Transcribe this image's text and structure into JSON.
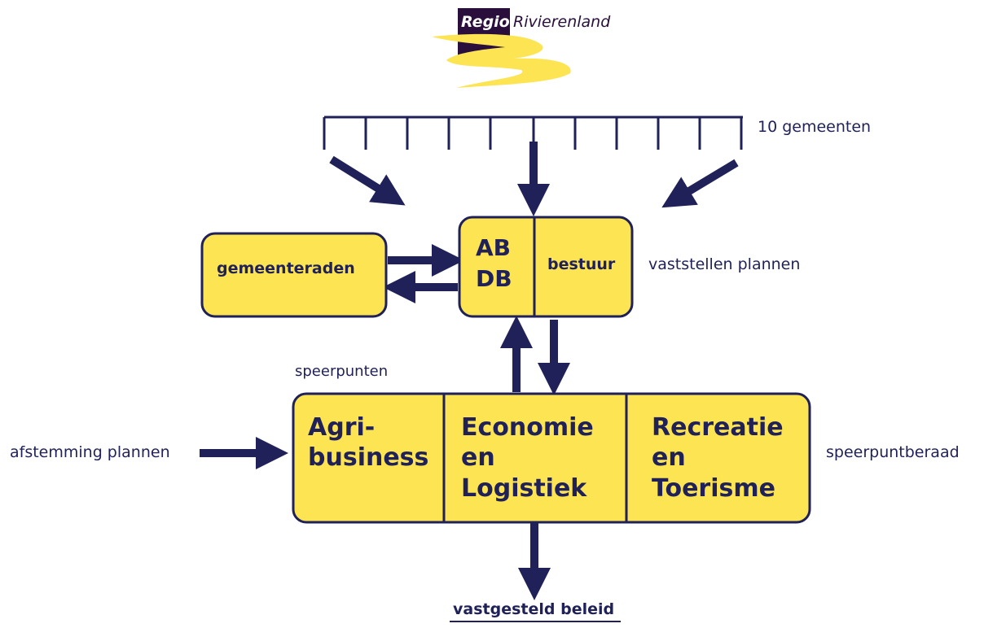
{
  "logo": {
    "word1": "Regio",
    "word2": "Rivierenland"
  },
  "labels": {
    "gemeenten": "10 gemeenten",
    "vaststellen": "vaststellen plannen",
    "speerpunten": "speerpunten",
    "afstemming": "afstemming plannen",
    "speerpuntberaad": "speerpuntberaad",
    "vastgesteld": "vastgesteld beleid"
  },
  "boxes": {
    "gemeenteraden": "gemeenteraden",
    "ab": "AB",
    "db": "DB",
    "bestuur": "bestuur",
    "agri_1": "Agri-",
    "agri_2": "business",
    "eco_1": "Economie",
    "eco_2": "en",
    "eco_3": "Logistiek",
    "rec_1": "Recreatie",
    "rec_2": "en",
    "rec_3": "Toerisme"
  },
  "colors": {
    "yellow": "#fce452",
    "navy": "#1f2158",
    "logo_purple": "#2a0f3d"
  }
}
